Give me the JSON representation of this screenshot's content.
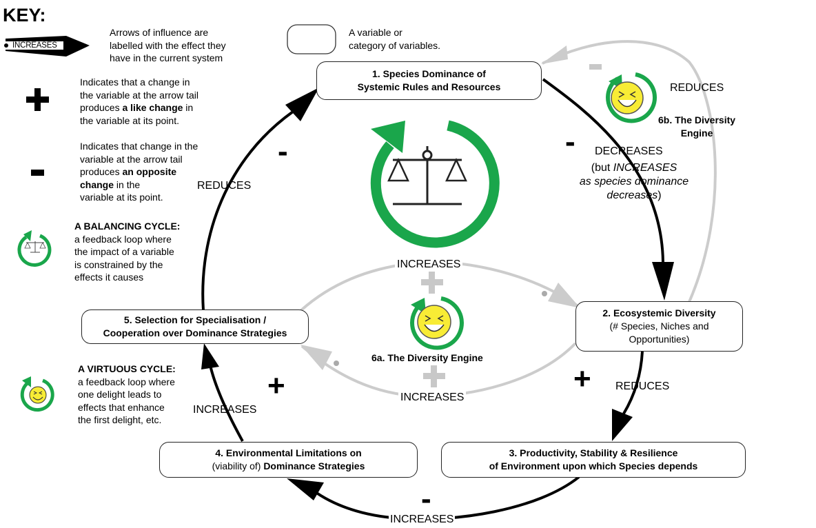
{
  "key": {
    "title": "KEY:",
    "arrow_sample_label": "INCREASES",
    "arrow_desc": [
      "Arrows of influence are",
      "labelled with the effect they",
      "have in the current system"
    ],
    "variable_desc": [
      "A variable or",
      "category of variables."
    ],
    "plus_symbol": "+",
    "plus_desc": {
      "l1": "Indicates that a change in",
      "l2": "the variable at the arrow tail",
      "l3_pre": "produces ",
      "l3_bold": "a like change",
      "l3_post": " in",
      "l4": "the variable at its point."
    },
    "minus_symbol": "-",
    "minus_desc": {
      "l1": "Indicates that change in the",
      "l2": "variable at the arrow tail",
      "l3_pre": "produces ",
      "l3_bold": "an opposite",
      "l4_bold": "change",
      "l4_post": " in the",
      "l5": "variable at its point."
    },
    "balancing_title": "A BALANCING CYCLE:",
    "balancing_desc": [
      "a feedback loop where",
      "the impact of a variable",
      "is constrained by the",
      "effects it causes"
    ],
    "virtuous_title": "A VIRTUOUS CYCLE:",
    "virtuous_desc": [
      "a feedback loop where",
      "one delight leads to",
      "effects that enhance",
      "the first delight, etc."
    ]
  },
  "nodes": {
    "n1": {
      "title": "1. Species Dominance of",
      "title2": "Systemic Rules and Resources"
    },
    "n2": {
      "title": "2. Ecosystemic Diversity",
      "sub1": "(# Species, Niches and",
      "sub2": "Opportunities)"
    },
    "n3": {
      "title": "3. Productivity, Stability & Resilience",
      "title2": "of Environment upon which Species depends"
    },
    "n4": {
      "title": "4. Environmental Limitations on",
      "sub_pre": "(viability of) ",
      "bold_post": "Dominance Strategies"
    },
    "n5": {
      "title": "5. Selection for Specialisation /",
      "title2": "Cooperation over Dominance Strategies"
    }
  },
  "links": {
    "n1_n2": {
      "sign": "-",
      "label": "DECREASES",
      "note1_pre": "(but ",
      "note1_em": "INCREASES",
      "note2_em": "as species dominance",
      "note3_em": "decreases",
      "note3_post": ")"
    },
    "n2_n3": {
      "sign": "+",
      "label": "REDUCES"
    },
    "n3_n4": {
      "sign": "-",
      "label": "INCREASES"
    },
    "n4_n5": {
      "sign": "+",
      "label": "INCREASES"
    },
    "n5_n1": {
      "sign": "-",
      "label": "REDUCES"
    },
    "n2_n1": {
      "sign": "-",
      "label": "REDUCES"
    },
    "n5_n2": {
      "sign": "+",
      "label": "INCREASES"
    },
    "n2_n5": {
      "sign": "+",
      "label": "INCREASES"
    }
  },
  "engines": {
    "a": "6a. The Diversity Engine",
    "b_l1": "6b. The Diversity",
    "b_l2": "Engine"
  },
  "colors": {
    "dark_arrow": "#000000",
    "grey_arrow": "#cccccc",
    "cycle_green": "#1aa64b",
    "smiley_fill": "#f8ec35",
    "grey_sign": "#c8c8c8"
  },
  "icons": [
    "balancing-cycle-icon",
    "virtuous-cycle-icon",
    "smiley-icon",
    "scales-icon"
  ]
}
